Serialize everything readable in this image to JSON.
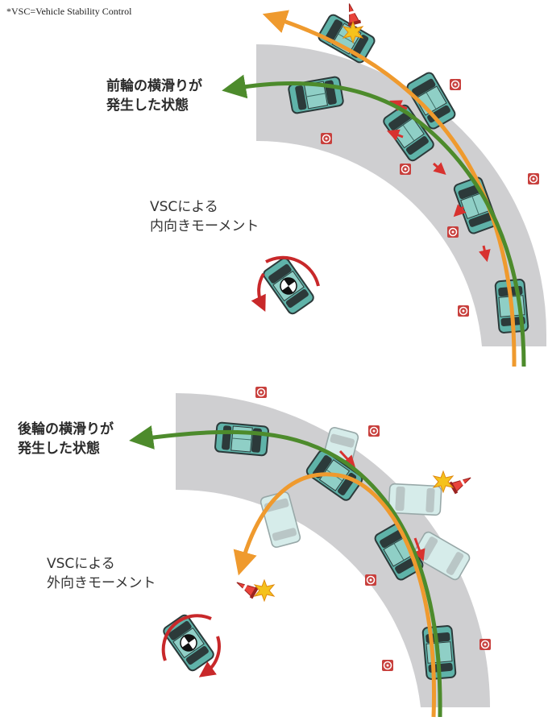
{
  "footnote": "*VSC=Vehicle Stability Control",
  "top_diagram": {
    "state_line1": "前輪の横滑りが",
    "state_line2": "発生した状態",
    "moment_line1": "VSCによる",
    "moment_line2": "内向きモーメント"
  },
  "bottom_diagram": {
    "state_line1": "後輪の横滑りが",
    "state_line2": "発生した状態",
    "moment_line1": "VSCによる",
    "moment_line2": "外向きモーメント"
  },
  "colors": {
    "road": "#cfcfd1",
    "car_body": "#5fb3a9",
    "car_dark": "#2c3a3a",
    "ghost_car": "#d6ecea",
    "green_path": "#4d8b2c",
    "orange_path": "#ef9a2e",
    "brake_arrow": "#d8322f",
    "moment_arrow": "#c8282a",
    "marker": "#c8403d",
    "crash_star": "#f5c21c"
  }
}
